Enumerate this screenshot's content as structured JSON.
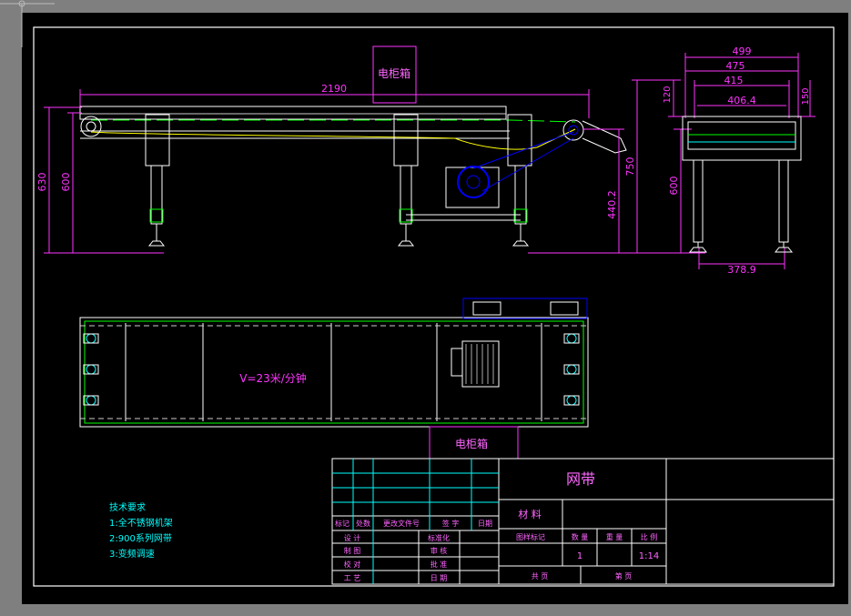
{
  "colors": {
    "background": "#000000",
    "frame": "#ffffff",
    "dimension": "#ff33ff",
    "structure": "#ffffff",
    "motor_highlight": "#0000ff",
    "chain": "#ffff00",
    "green_detail": "#00ff00",
    "cyan_detail": "#00ffff",
    "title_text": "#ff66ff"
  },
  "side_view": {
    "overall_length": "2190",
    "cabinet_label": "电柜箱",
    "height_total": "630",
    "height_legs": "600",
    "height_right": "750",
    "height_motor": "440.2"
  },
  "end_view": {
    "width_outer": "499",
    "width_2": "475",
    "width_3": "415",
    "width_inner": "406.4",
    "height_top_left": "120",
    "height_top_right": "150",
    "height_legs": "600",
    "leg_span": "378.9"
  },
  "plan_view": {
    "speed_label": "V=23米/分钟",
    "cabinet_label": "电柜箱"
  },
  "notes": {
    "title": "技术要求",
    "lines": [
      "1:全不锈钢机架",
      "2:900系列网带",
      "3:变频调速"
    ]
  },
  "title_block": {
    "drawing_name": "网带",
    "material_label": "材   料",
    "revision_headers": [
      "标记",
      "处数",
      "更改文件号",
      "签   字",
      "日期"
    ],
    "sign_rows": [
      [
        "设  计",
        "",
        "标准化",
        ""
      ],
      [
        "制  图",
        "",
        "审  核",
        ""
      ],
      [
        "校  对",
        "",
        "批  准",
        ""
      ],
      [
        "工  艺",
        "",
        "日  期",
        ""
      ]
    ],
    "info_headers": [
      "图样标记",
      "数  量",
      "重  量",
      "比  例"
    ],
    "quantity": "1",
    "scale": "1:14",
    "sheets_total_label": "共      页",
    "sheet_no_label": "第      页"
  }
}
